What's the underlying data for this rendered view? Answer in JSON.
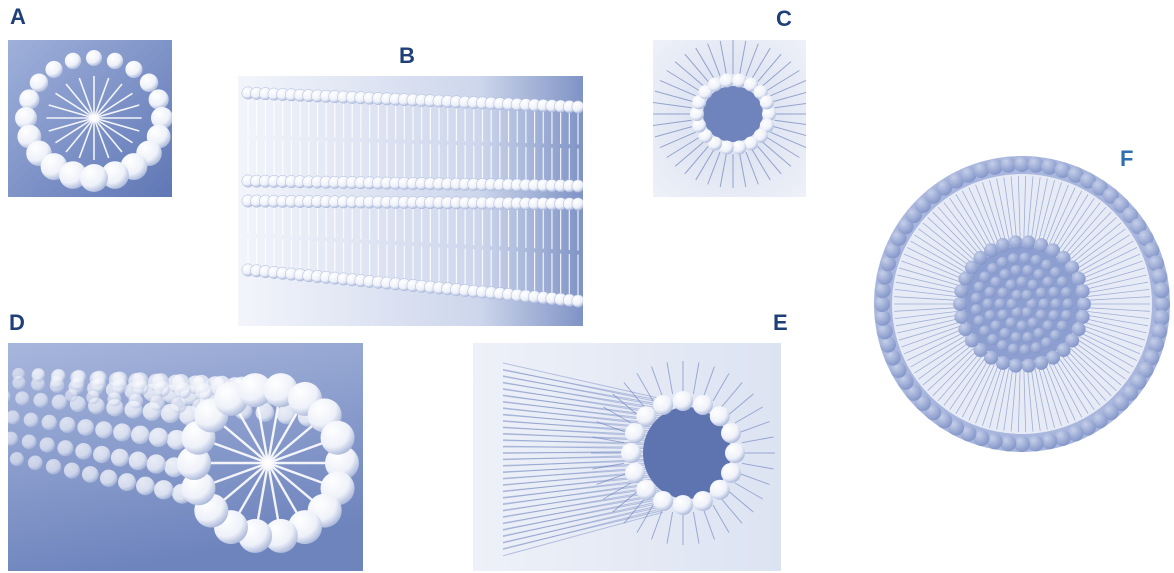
{
  "colors": {
    "label_dark": "#1f3f78",
    "label_accent": "#2f6fb0",
    "panel_bg": "#7e93c6",
    "panel_bg_light": "#e6ebf6",
    "head_fill": "#ffffff",
    "head_shade": "#9aaad2",
    "vesicle_fill": "#8d9fd0",
    "tail": "#ffffff"
  },
  "panels": [
    {
      "id": "A",
      "label": "A",
      "structure": "micelle"
    },
    {
      "id": "B",
      "label": "B",
      "structure": "stacked-bilayers"
    },
    {
      "id": "C",
      "label": "C",
      "structure": "inverted-micelle"
    },
    {
      "id": "D",
      "label": "D",
      "structure": "cylindrical-micelle"
    },
    {
      "id": "E",
      "label": "E",
      "structure": "inverted-cylinder"
    },
    {
      "id": "F",
      "label": "F",
      "structure": "liposome"
    }
  ]
}
